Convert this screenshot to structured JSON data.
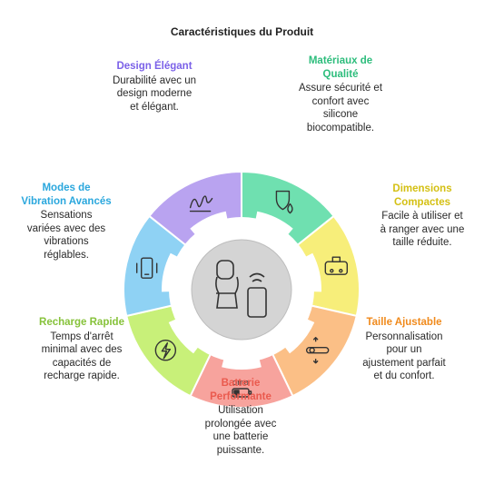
{
  "title": "Caractéristiques du Produit",
  "colors": {
    "design": "#b9a3f0",
    "materiaux": "#6fe0b0",
    "dimensions": "#f7ee7a",
    "taille": "#fbbf86",
    "batterie": "#f7a39d",
    "recharge": "#c8f079",
    "modes": "#8fd2f4",
    "hub": "#d4d4d4",
    "ring": "#e9e9e9"
  },
  "segments": [
    {
      "key": "design",
      "title": "Design Élégant",
      "title_color": "#7b61e8",
      "desc": [
        "Durabilité avec un",
        "design moderne",
        "et élégant."
      ],
      "icon": "signature-icon"
    },
    {
      "key": "materiaux",
      "title": [
        "Matériaux de",
        "Qualité"
      ],
      "title_color": "#2dbd7c",
      "desc": [
        "Assure sécurité et",
        "confort avec",
        "silicone",
        "biocompatible."
      ],
      "icon": "shield-drop-icon"
    },
    {
      "key": "dimensions",
      "title": [
        "Dimensions",
        "Compactes"
      ],
      "title_color": "#d4c014",
      "desc": [
        "Facile à utiliser et",
        "à ranger avec une",
        "taille réduite."
      ],
      "icon": "compact-device-icon"
    },
    {
      "key": "taille",
      "title": "Taille Ajustable",
      "title_color": "#f08a1c",
      "desc": [
        "Personnalisation",
        "pour un",
        "ajustement parfait",
        "et du confort."
      ],
      "icon": "adjust-slider-icon"
    },
    {
      "key": "batterie",
      "title": [
        "Batterie",
        "Performante"
      ],
      "title_color": "#ea5a4e",
      "desc": [
        "Utilisation",
        "prolongée avec",
        "une batterie",
        "puissante."
      ],
      "icon": "battery-icon"
    },
    {
      "key": "recharge",
      "title": "Recharge Rapide",
      "title_color": "#86c23a",
      "desc": [
        "Temps d'arrêt",
        "minimal avec des",
        "capacités de",
        "recharge rapide."
      ],
      "icon": "fast-charge-icon"
    },
    {
      "key": "modes",
      "title": [
        "Modes de",
        "Vibration Avancés"
      ],
      "title_color": "#2aa7dd",
      "desc": [
        "Sensations",
        "variées avec des",
        "vibrations",
        "réglables."
      ],
      "icon": "vibrating-phone-icon"
    }
  ],
  "icon_labels": {
    "battery": "omo"
  }
}
